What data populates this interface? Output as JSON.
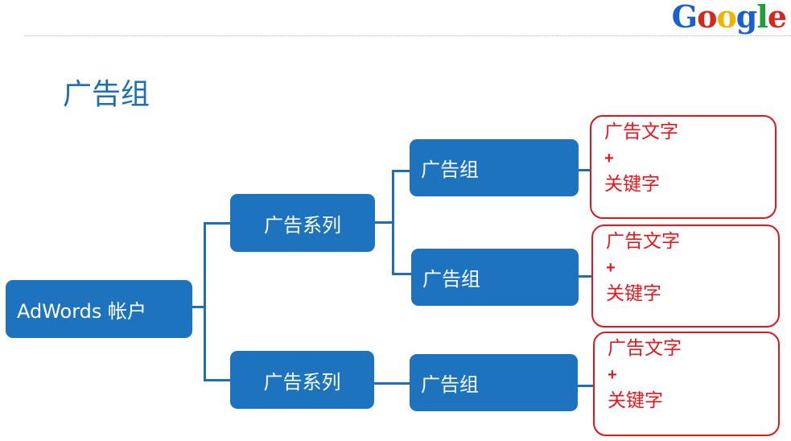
{
  "header": {
    "logo_letters": [
      {
        "char": "G",
        "color": "#1a5fd0"
      },
      {
        "char": "o",
        "color": "#d8261c"
      },
      {
        "char": "o",
        "color": "#f0b400"
      },
      {
        "char": "g",
        "color": "#1a5fd0"
      },
      {
        "char": "l",
        "color": "#1f9e3b"
      },
      {
        "char": "e",
        "color": "#d8261c"
      }
    ]
  },
  "title": "广告组",
  "diagram": {
    "account": "AdWords 帐户",
    "campaigns": [
      "广告系列",
      "广告系列"
    ],
    "ad_groups": [
      "广告组",
      "广告组",
      "广告组"
    ],
    "details": [
      {
        "line1": "广告文字",
        "plus": "+",
        "line2": "关键字"
      },
      {
        "line1": "广告文字",
        "plus": "+",
        "line2": "关键字"
      },
      {
        "line1": "广告文字",
        "plus": "+",
        "line2": "关键字"
      }
    ]
  },
  "colors": {
    "node_fill": "#1e73be",
    "connector": "#1e6fb8",
    "detail_border": "#e3161b",
    "detail_text": "#e8171d",
    "title": "#1c6fb6"
  }
}
